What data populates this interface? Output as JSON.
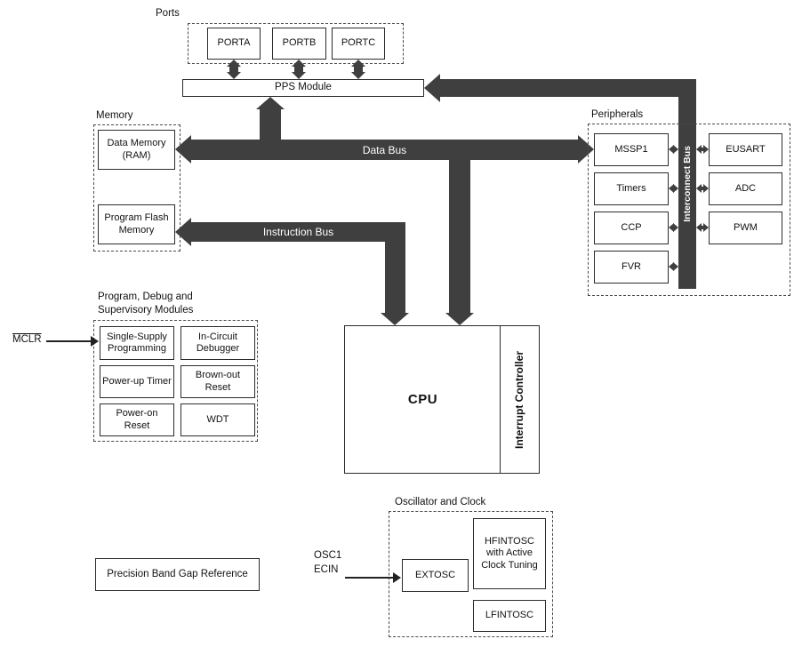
{
  "colors": {
    "bus": "#3f3f3f",
    "box_border": "#2b2b2b",
    "background": "#ffffff"
  },
  "ports": {
    "group_label": "Ports",
    "items": [
      {
        "label": "PORTA"
      },
      {
        "label": "PORTB"
      },
      {
        "label": "PORTC"
      }
    ]
  },
  "pps_module": {
    "label": "PPS Module"
  },
  "memory": {
    "group_label": "Memory",
    "data_memory_label": "Data Memory (RAM)",
    "program_flash_label": "Program Flash Memory"
  },
  "buses": {
    "data_bus_label": "Data Bus",
    "instruction_bus_label": "Instruction Bus",
    "interconnect_bus_label": "Interconnect Bus"
  },
  "peripherals": {
    "group_label": "Peripherals",
    "left_column": [
      {
        "label": "MSSP1"
      },
      {
        "label": "Timers"
      },
      {
        "label": "CCP"
      },
      {
        "label": "FVR"
      }
    ],
    "right_column": [
      {
        "label": "EUSART"
      },
      {
        "label": "ADC"
      },
      {
        "label": "PWM"
      }
    ]
  },
  "cpu": {
    "label": "CPU",
    "interrupt_controller_label": "Interrupt Controller"
  },
  "debug_modules": {
    "group_label_line1": "Program, Debug and",
    "group_label_line2": "Supervisory Modules",
    "items": [
      {
        "label": "Single-Supply Programming"
      },
      {
        "label": "In-Circuit Debugger"
      },
      {
        "label": "Power-up Timer"
      },
      {
        "label": "Brown-out Reset"
      },
      {
        "label": "Power-on Reset"
      },
      {
        "label": "WDT"
      }
    ]
  },
  "oscillator": {
    "group_label": "Oscillator and Clock",
    "extosc_label": "EXTOSC",
    "hfintosc_label": "HFINTOSC with Active Clock Tuning",
    "lfintosc_label": "LFINTOSC"
  },
  "external_signals": {
    "mclr_label": "MCLR",
    "osc1_label": "OSC1",
    "ecin_label": "ECIN"
  },
  "band_gap": {
    "label": "Precision Band Gap Reference"
  }
}
